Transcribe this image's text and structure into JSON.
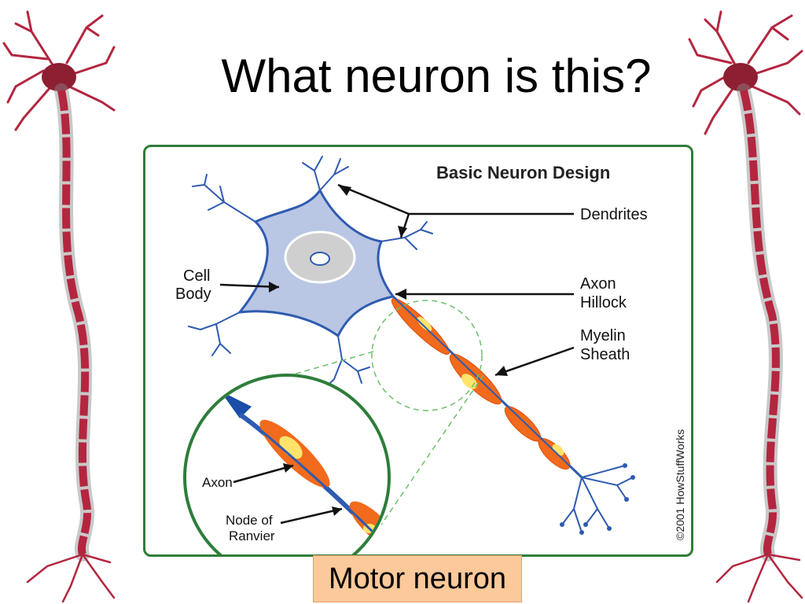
{
  "slide": {
    "title": "What neuron is this?",
    "answer_label": "Motor neuron"
  },
  "diagram": {
    "heading": "Basic Neuron Design",
    "labels": {
      "dendrites": "Dendrites",
      "cell_body_line1": "Cell",
      "cell_body_line2": "Body",
      "axon_hillock_line1": "Axon",
      "axon_hillock_line2": "Hillock",
      "myelin_sheath_line1": "Myelin",
      "myelin_sheath_line2": "Sheath",
      "axon": "Axon",
      "node_of_ranvier_line1": "Node of",
      "node_of_ranvier_line2": "Ranvier",
      "copyright": "©2001 HowStuffWorks"
    }
  },
  "colors": {
    "border_green": "#2e7d3a",
    "neuron_blue": "#2f5bb0",
    "cell_fill": "#b9c6e4",
    "myelin_orange": "#f26a1b",
    "myelin_yellow": "#ffe36b",
    "answer_bg": "#fbc99a",
    "side_neuron_red": "#b3263f"
  },
  "icons": {
    "left_decoration": "neuron-illustration-icon",
    "right_decoration": "neuron-illustration-icon"
  }
}
